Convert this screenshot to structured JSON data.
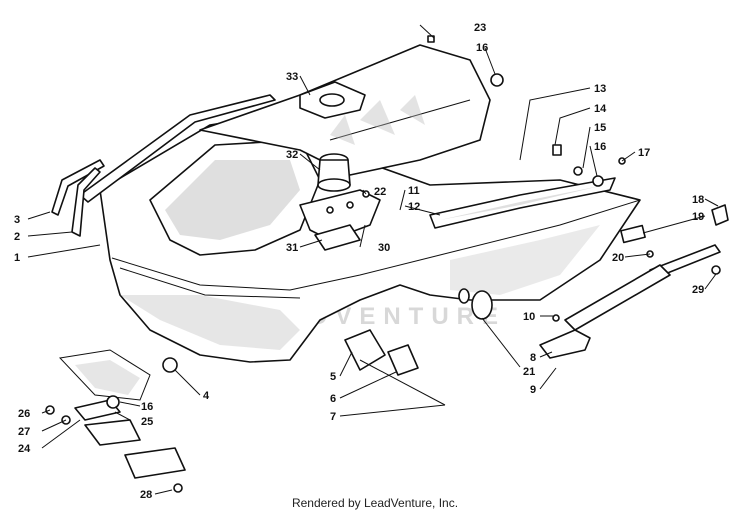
{
  "footer": {
    "credit": "Rendered by LeadVenture, Inc."
  },
  "watermark": {
    "text": "LEADVENTURE"
  },
  "callouts": [
    {
      "id": "1",
      "label": "1"
    },
    {
      "id": "2",
      "label": "2"
    },
    {
      "id": "3",
      "label": "3"
    },
    {
      "id": "4",
      "label": "4"
    },
    {
      "id": "5",
      "label": "5"
    },
    {
      "id": "6",
      "label": "6"
    },
    {
      "id": "7",
      "label": "7"
    },
    {
      "id": "8",
      "label": "8"
    },
    {
      "id": "9",
      "label": "9"
    },
    {
      "id": "10",
      "label": "10"
    },
    {
      "id": "11",
      "label": "11"
    },
    {
      "id": "12",
      "label": "12"
    },
    {
      "id": "13",
      "label": "13"
    },
    {
      "id": "14",
      "label": "14"
    },
    {
      "id": "15",
      "label": "15"
    },
    {
      "id": "16a",
      "label": "16"
    },
    {
      "id": "16b",
      "label": "16"
    },
    {
      "id": "16c",
      "label": "16"
    },
    {
      "id": "17",
      "label": "17"
    },
    {
      "id": "18",
      "label": "18"
    },
    {
      "id": "19",
      "label": "19"
    },
    {
      "id": "20",
      "label": "20"
    },
    {
      "id": "21",
      "label": "21"
    },
    {
      "id": "22",
      "label": "22"
    },
    {
      "id": "23",
      "label": "23"
    },
    {
      "id": "24",
      "label": "24"
    },
    {
      "id": "25",
      "label": "25"
    },
    {
      "id": "26",
      "label": "26"
    },
    {
      "id": "27",
      "label": "27"
    },
    {
      "id": "28",
      "label": "28"
    },
    {
      "id": "29",
      "label": "29"
    },
    {
      "id": "30",
      "label": "30"
    },
    {
      "id": "31",
      "label": "31"
    },
    {
      "id": "32",
      "label": "32"
    },
    {
      "id": "33",
      "label": "33"
    }
  ]
}
